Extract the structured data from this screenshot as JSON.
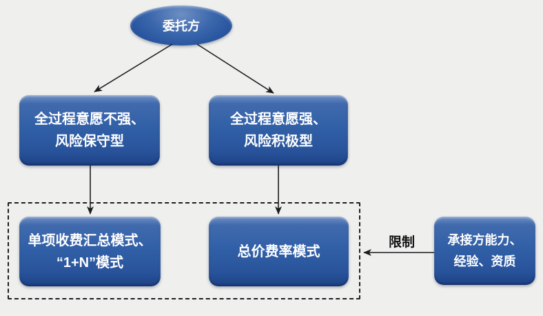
{
  "colors": {
    "background": "#eff0ee",
    "node_fill": "#2e5ca4",
    "node_fill_highlight": "#7090c3",
    "node_fill_shadow": "#1d4286",
    "node_text": "#ffffff",
    "arrow": "#1c1c1c",
    "dashed_border": "#1c1c1c"
  },
  "diagram": {
    "client": {
      "label": "委托方"
    },
    "branch_left": {
      "line1": "全过程意愿不强、",
      "line2": "风险保守型"
    },
    "branch_right": {
      "line1": "全过程意愿强、",
      "line2": "风险积极型"
    },
    "mode_itemized": {
      "line1": "单项收费汇总模式、",
      "line2": "“1+N”模式"
    },
    "mode_lumpsum": {
      "label": "总价费率模式"
    },
    "constraint_source": {
      "line1": "承接方能力、",
      "line2": "经验、资质"
    },
    "constraint_label": "限制"
  }
}
